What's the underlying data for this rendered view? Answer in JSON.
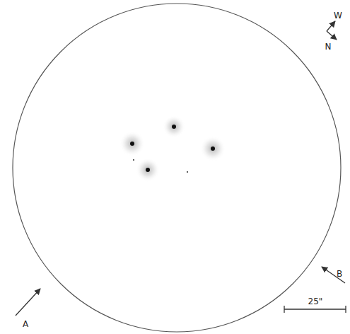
{
  "diagram": {
    "labels": [
      "W",
      "N",
      "A",
      "B",
      "25\""
    ]
  }
}
